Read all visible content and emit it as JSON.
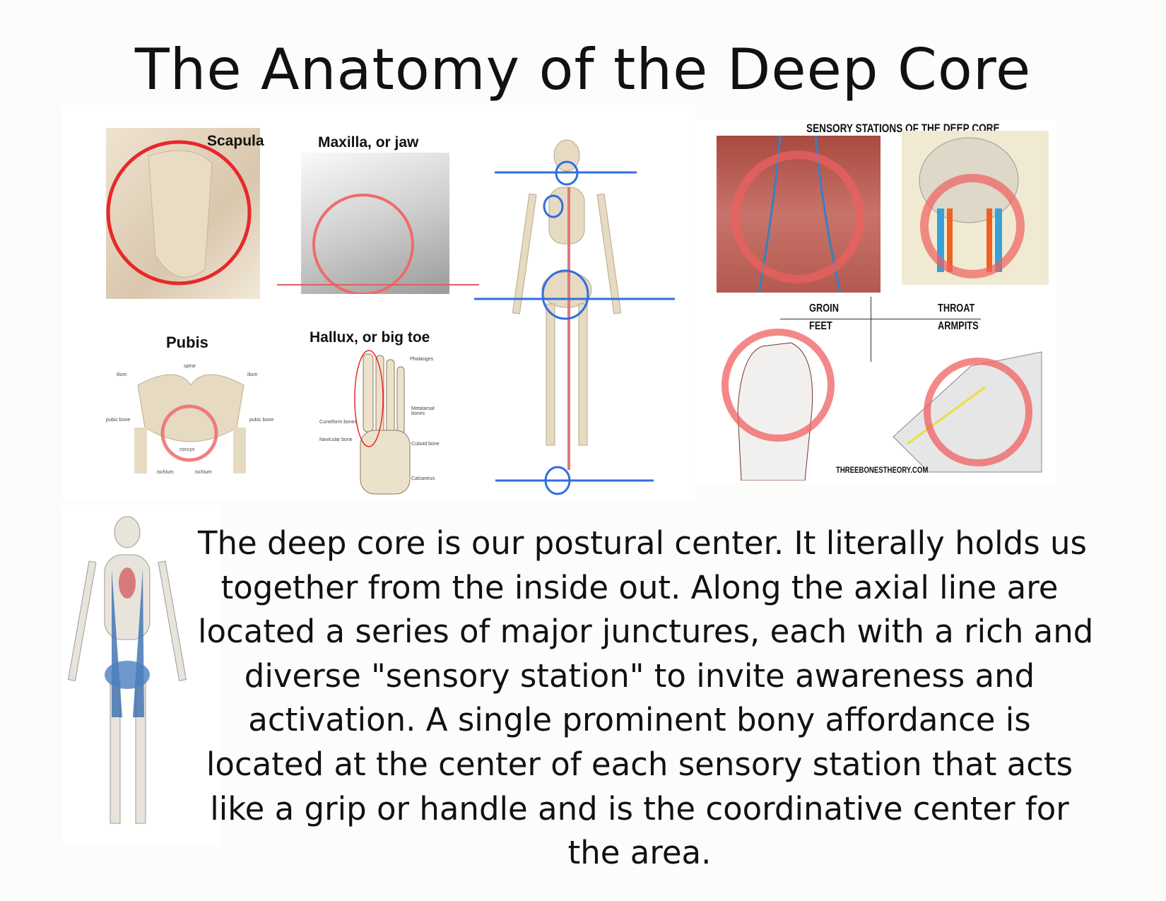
{
  "title": "The Anatomy of the Deep Core",
  "images": {
    "scapula": {
      "label": "Scapula"
    },
    "maxilla": {
      "label": "Maxilla, or jaw"
    },
    "pubis": {
      "label": "Pubis",
      "annotations": [
        "spine",
        "ilium",
        "ilium",
        "pubic bone",
        "pubic bone",
        "coccyx",
        "ischium",
        "ischium"
      ]
    },
    "hallux": {
      "label": "Hallux, or big toe",
      "annotations": [
        "Phalanges",
        "Metatarsal bones",
        "Cuneiform bones",
        "Navicular bone",
        "Cuboid bone",
        "Calcaneus"
      ]
    },
    "sensory_stations": {
      "heading": "SENSORY STATIONS OF THE DEEP CORE",
      "quadrants": [
        "GROIN",
        "THROAT",
        "FEET",
        "ARMPITS"
      ],
      "credit": "THREEBONESTHEORY.COM"
    }
  },
  "paragraph_lines": [
    "The deep core is our postural center. It literally holds us",
    "together from the inside out. Along the axial line are",
    "located a series of major junctures, each with a rich and",
    "diverse \"sensory station\" to invite awareness and",
    "activation. A single prominent bony affordance is",
    "located at the center of each sensory station that acts",
    "like a grip or handle and is the coordinative center for",
    "the area."
  ],
  "colors": {
    "highlight_red": "#e8282a",
    "axis_blue": "#2f6fe0",
    "bone": "#e6dac2"
  }
}
